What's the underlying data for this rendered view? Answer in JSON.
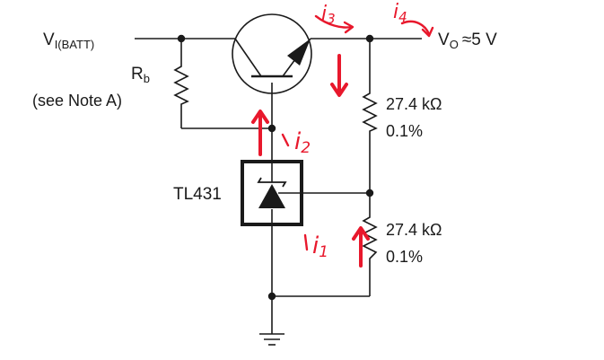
{
  "labels": {
    "vin_main": "V",
    "vin_sub": "I(BATT)",
    "rb_main": "R",
    "rb_sub": "b",
    "rb_note": "(see Note A)",
    "tl431": "TL431",
    "vo_main": "V",
    "vo_sub": "O",
    "vo_value": "≈5 V",
    "r_top_value": "27.4 kΩ",
    "r_top_tol": "0.1%",
    "r_bot_value": "27.4 kΩ",
    "r_bot_tol": "0.1%"
  },
  "annotations": {
    "i1": "i",
    "i1_sub": "1",
    "i2": "i",
    "i2_sub": "2",
    "i3": "i",
    "i3_sub": "3",
    "i4": "i",
    "i4_sub": "4"
  },
  "colors": {
    "wire": "#1a1a1a",
    "annotation": "#e8182c"
  }
}
